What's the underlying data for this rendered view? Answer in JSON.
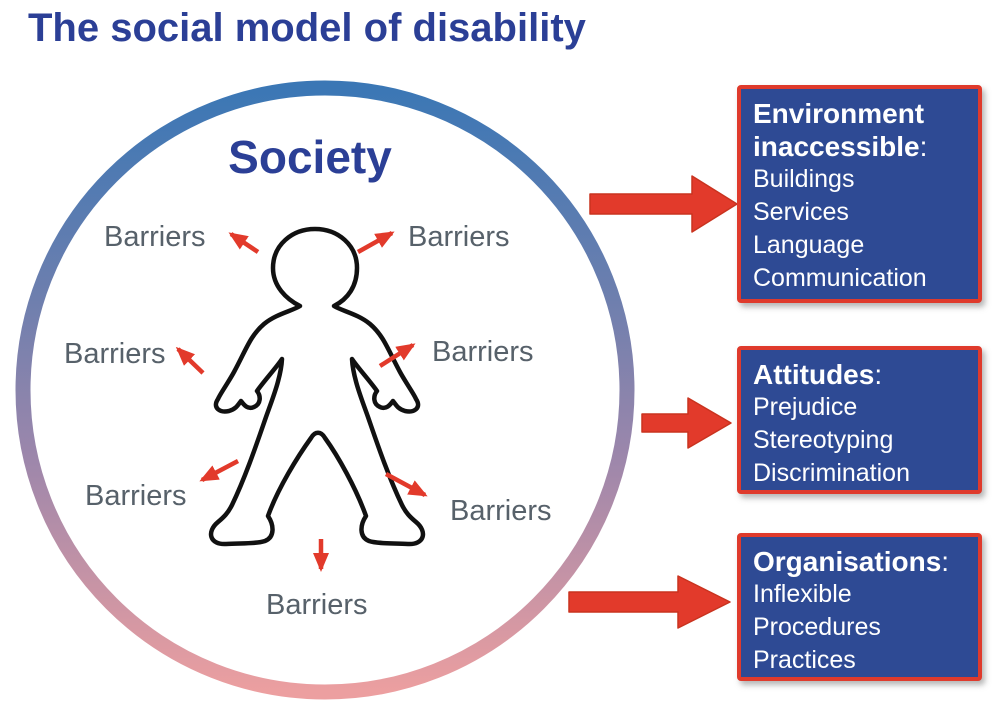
{
  "title": "The social model of disability",
  "society": {
    "label": "Society"
  },
  "barrier_labels": [
    "Barriers",
    "Barriers",
    "Barriers",
    "Barriers",
    "Barriers",
    "Barriers",
    "Barriers"
  ],
  "boxes": [
    {
      "title": "Environment inaccessible",
      "colon": ":",
      "items": [
        "Buildings",
        "Services",
        "Language",
        "Communication"
      ]
    },
    {
      "title": "Attitudes",
      "colon": ":",
      "items": [
        "Prejudice",
        "Stereotyping",
        "Discrimination"
      ]
    },
    {
      "title": "Organisations",
      "colon": ":",
      "items": [
        "Inflexible",
        "Procedures",
        "Practices"
      ]
    }
  ],
  "icons": {
    "person": "person-outline-icon",
    "small_arrow": "barrier-arrow-icon",
    "block_arrow": "block-arrow-right-icon"
  },
  "colors": {
    "heading_blue": "#2B3F96",
    "box_blue": "#2E4A94",
    "box_border_red": "#DF3A2C",
    "arrow_red": "#E23A2B",
    "barrier_gray": "#57616A",
    "ring_top_blue": "#3B77B5",
    "ring_mid_purple": "#9E87AB",
    "ring_bottom_pink": "#EC9FA0",
    "person_outline": "#111111",
    "text_white": "#FFFFFF"
  }
}
